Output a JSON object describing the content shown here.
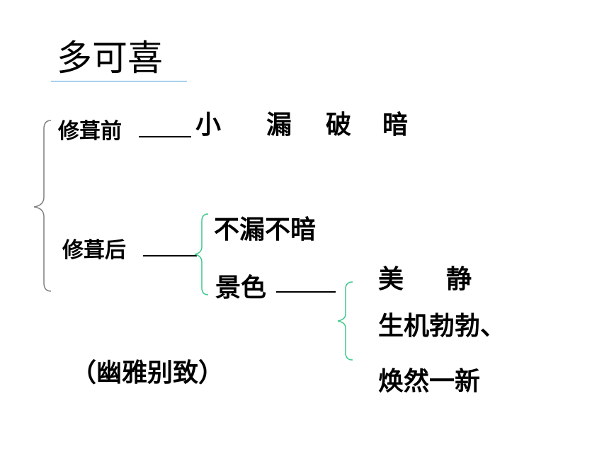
{
  "title": "多可喜",
  "before": {
    "label": "修葺前",
    "items": [
      "小",
      "漏",
      "破",
      "暗"
    ]
  },
  "after": {
    "label": "修葺后",
    "item1": "不漏不暗",
    "scenery_label": "景色",
    "scenery_items": [
      "美",
      "静",
      "生机勃勃、",
      "焕然一新"
    ]
  },
  "note": "（幽雅别致）",
  "colors": {
    "underline": "#4a9fd8",
    "brace_gray": "#7f7f7f",
    "brace_green": "#3cc88c"
  }
}
